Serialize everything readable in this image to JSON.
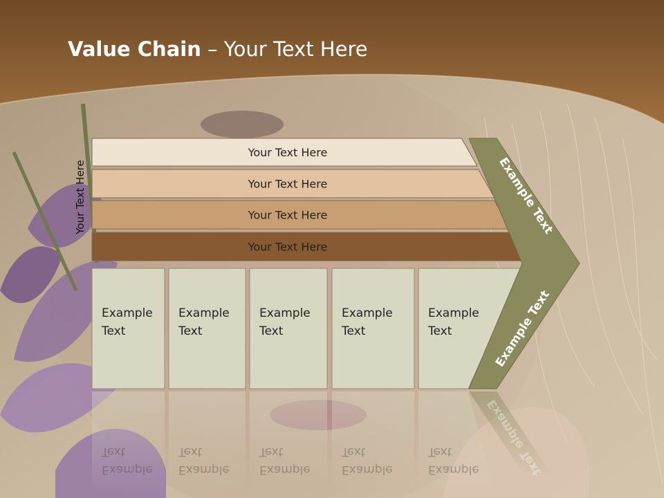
{
  "slide": {
    "title_bold": "Value Chain",
    "title_rest": " – Your Text Here",
    "side_label": "Your Text Here"
  },
  "rows": [
    {
      "label": "Your Text Here",
      "color": "#efe3d2"
    },
    {
      "label": "Your Text Here",
      "color": "#e2c2a0"
    },
    {
      "label": "Your Text Here",
      "color": "#c89f72"
    },
    {
      "label": "Your Text Here",
      "color": "#875a32"
    }
  ],
  "boxes": [
    {
      "line1": "Example",
      "line2": "Text"
    },
    {
      "line1": "Example",
      "line2": "Text"
    },
    {
      "line1": "Example",
      "line2": "Text"
    },
    {
      "line1": "Example",
      "line2": "Text"
    },
    {
      "line1": "Example",
      "line2": "Text"
    }
  ],
  "arrow": {
    "upper_text": "Example Text",
    "lower_text": "Example Text",
    "color": "#8a8a5c"
  },
  "colors": {
    "header_brown": "#7d5530",
    "box_fill": "#d8d7c2"
  }
}
